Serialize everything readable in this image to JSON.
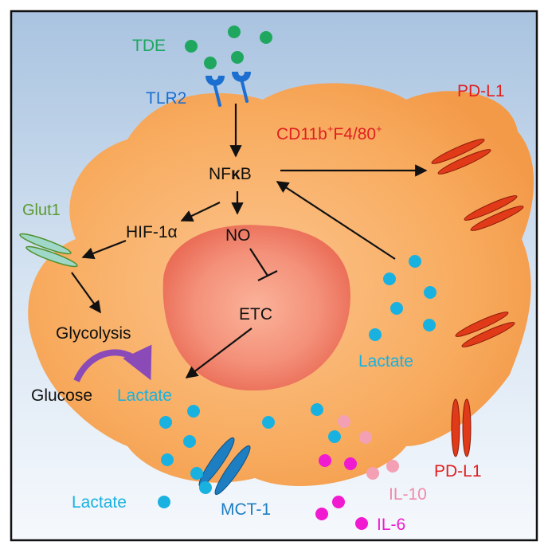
{
  "labels": {
    "tde": "TDE",
    "tlr2": "TLR2",
    "pdl1_top": "PD-L1",
    "cd11b_base": "CD11b",
    "cd11b_sup1": "+",
    "cd11b_mid": "F4/80",
    "cd11b_sup2": "+",
    "nfkb_pre": "NF",
    "nfkb_kappa": "κ",
    "nfkb_post": "B",
    "glut1": "Glut1",
    "hif1a": "HIF-1α",
    "no": "NO",
    "etc": "ETC",
    "glycolysis": "Glycolysis",
    "glucose": "Glucose",
    "lactate_inner": "Lactate",
    "lactate_right": "Lactate",
    "lactate_bottom": "Lactate",
    "mct1": "MCT-1",
    "pdl1_bottom": "PD-L1",
    "il10": "IL-10",
    "il6": "IL-6"
  },
  "colors": {
    "tde": "#1fa75f",
    "tlr2": "#1c6fd1",
    "red": "#e02020",
    "glut1": "#5a9a2e",
    "text": "#111111",
    "lactate": "#19b2e0",
    "mct1": "#1d7ec2",
    "il10": "#f08aa8",
    "il6": "#f01ad0",
    "cell": "#f7a95a",
    "nucleus": "#f07e63",
    "glyco_arrow": "#8a4ab8"
  }
}
